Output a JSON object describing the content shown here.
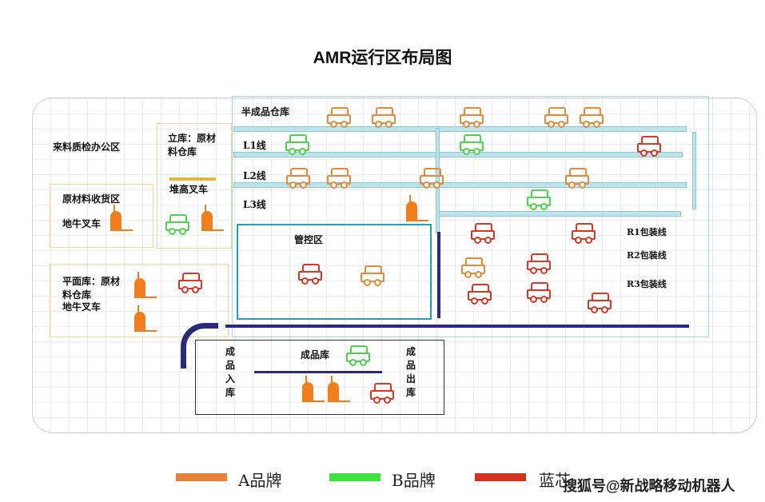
{
  "title": "AMR运行区布局图",
  "zones": {
    "semi_finished": "半成品仓库",
    "qc_office": "来料质检办公区",
    "vertical_store": "立库：原材料仓库",
    "stacker": "堆高叉车",
    "receiving": "原材料收货区",
    "pallet_truck_1": "地牛叉车",
    "flat_store": "平面库：原材料仓库",
    "pallet_truck_2": "地牛叉车",
    "control": "管控区",
    "finished_store": "成品库",
    "finished_in": "成品入库",
    "finished_out": "成品出库"
  },
  "lines": [
    "L1线",
    "L2线",
    "L3线"
  ],
  "packing": [
    "R1包装线",
    "R2包装线",
    "R3包装线"
  ],
  "legend": [
    {
      "label": "A品牌",
      "color": "#e8823a"
    },
    {
      "label": "B品牌",
      "color": "#3ee33e"
    },
    {
      "label": "蓝芯",
      "color": "#d8301f"
    }
  ],
  "watermark": "搜狐号@新战略移动机器人"
}
